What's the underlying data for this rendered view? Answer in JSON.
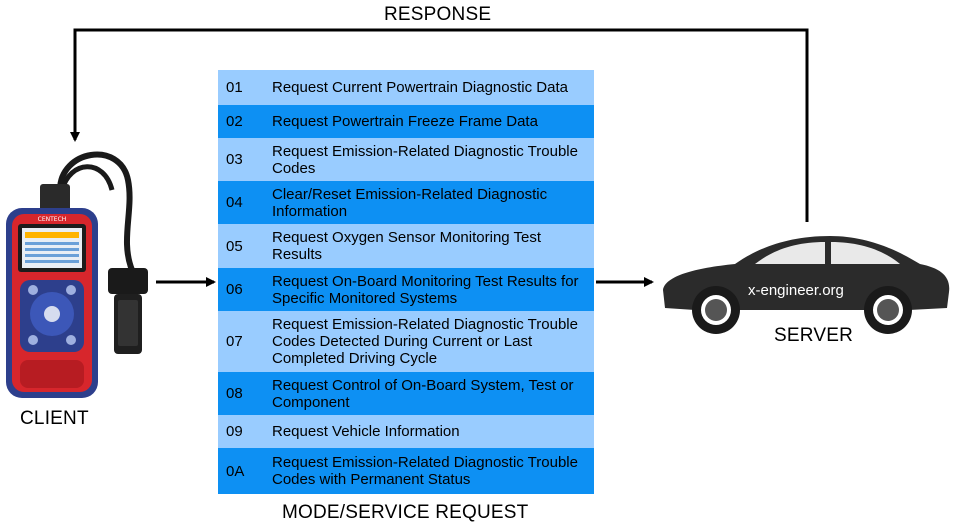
{
  "labels": {
    "response": "RESPONSE",
    "client": "CLIENT",
    "server": "SERVER",
    "mode_service_request": "MODE/SERVICE REQUEST"
  },
  "car_watermark": "x-engineer.org",
  "scanner_brand": "CENTECH",
  "colors": {
    "row_light": "#99ccff",
    "row_dark": "#0d90f3",
    "car": "#2b2b2b",
    "scanner_body": "#d7262c",
    "scanner_face": "#2d3f8c"
  },
  "modes": [
    {
      "code": "01",
      "description": "Request Current Powertrain Diagnostic Data"
    },
    {
      "code": "02",
      "description": "Request Powertrain Freeze Frame Data"
    },
    {
      "code": "03",
      "description": "Request Emission-Related Diagnostic Trouble Codes"
    },
    {
      "code": "04",
      "description": "Clear/Reset Emission-Related Diagnostic Information"
    },
    {
      "code": "05",
      "description": "Request Oxygen Sensor Monitoring Test Results"
    },
    {
      "code": "06",
      "description": "Request On-Board Monitoring Test Results for Specific Monitored Systems"
    },
    {
      "code": "07",
      "description": "Request Emission-Related Diagnostic Trouble Codes Detected During Current or Last Completed Driving Cycle"
    },
    {
      "code": "08",
      "description": "Request Control of On-Board System, Test or Component"
    },
    {
      "code": "09",
      "description": "Request Vehicle Information"
    },
    {
      "code": "0A",
      "description": "Request Emission-Related Diagnostic Trouble Codes with Permanent Status"
    }
  ]
}
